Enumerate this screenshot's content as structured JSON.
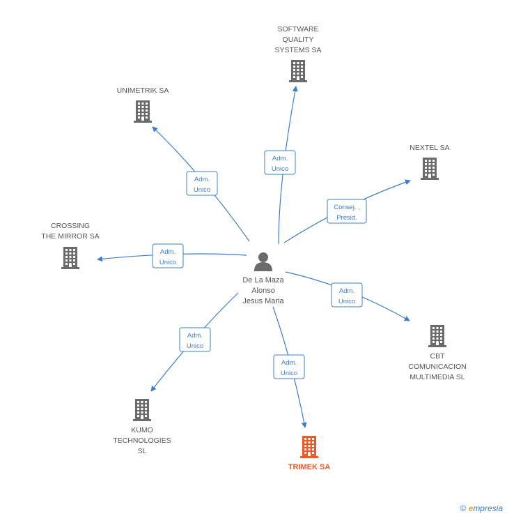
{
  "center": {
    "lines": [
      "De La Maza",
      "Alonso",
      "Jesus Maria"
    ],
    "icon": "person-icon"
  },
  "companies": [
    {
      "id": "software-quality",
      "lines": [
        "SOFTWARE",
        "QUALITY",
        "SYSTEMS SA"
      ],
      "highlight": false
    },
    {
      "id": "unimetrik",
      "lines": [
        "UNIMETRIK SA"
      ],
      "highlight": false
    },
    {
      "id": "nextel",
      "lines": [
        "NEXTEL SA"
      ],
      "highlight": false
    },
    {
      "id": "crossing-mirror",
      "lines": [
        "CROSSING",
        "THE MIRROR SA"
      ],
      "highlight": false
    },
    {
      "id": "cbt",
      "lines": [
        "CBT",
        "COMUNICACION",
        "MULTIMEDIA  SL"
      ],
      "highlight": false
    },
    {
      "id": "kumo",
      "lines": [
        "KUMO",
        "TECHNOLOGIES",
        "SL"
      ],
      "highlight": false
    },
    {
      "id": "trimek",
      "lines": [
        "TRIMEK SA"
      ],
      "highlight": true
    }
  ],
  "edges": [
    {
      "to": "software-quality",
      "lines": [
        "Adm.",
        "Unico"
      ]
    },
    {
      "to": "unimetrik",
      "lines": [
        "Adm.",
        "Unico"
      ]
    },
    {
      "to": "nextel",
      "lines": [
        "Consej. ,",
        "Presid."
      ]
    },
    {
      "to": "crossing-mirror",
      "lines": [
        "Adm.",
        "Unico"
      ]
    },
    {
      "to": "cbt",
      "lines": [
        "Adm.",
        "Unico"
      ]
    },
    {
      "to": "kumo",
      "lines": [
        "Adm.",
        "Unico"
      ]
    },
    {
      "to": "trimek",
      "lines": [
        "Adm.",
        "Unico"
      ]
    }
  ],
  "colors": {
    "edge": "#3d7dca",
    "building": "#6b6b6b",
    "highlight": "#f05a28",
    "person": "#6b6b6b"
  },
  "footer": {
    "symbol": "©",
    "brand_initial": "e",
    "brand_rest": "mpresia"
  }
}
